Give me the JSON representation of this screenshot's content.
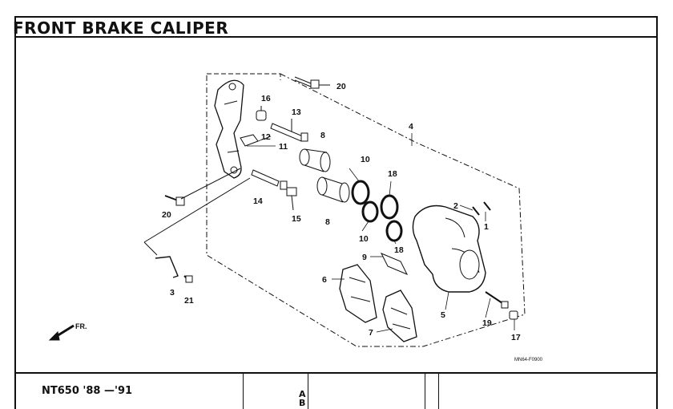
{
  "title": "FRONT BRAKE CALIPER",
  "footer": {
    "model": "NT650 '88 —'91",
    "tab_letters": [
      "A",
      "B"
    ]
  },
  "figure_code": "MN64-F0900",
  "direction_label": "FR.",
  "callouts": {
    "c20a": "20",
    "c16": "16",
    "c13": "13",
    "c8a": "8",
    "c4": "4",
    "c12": "12",
    "c11": "11",
    "c10a": "10",
    "c18a": "18",
    "c14": "14",
    "c15": "15",
    "c8b": "8",
    "c20b": "20",
    "c2": "2",
    "c1": "1",
    "c10b": "10",
    "c18b": "18",
    "c9": "9",
    "c6": "6",
    "c3": "3",
    "c21": "21",
    "c5": "5",
    "c19": "19",
    "c17": "17",
    "c7": "7"
  }
}
